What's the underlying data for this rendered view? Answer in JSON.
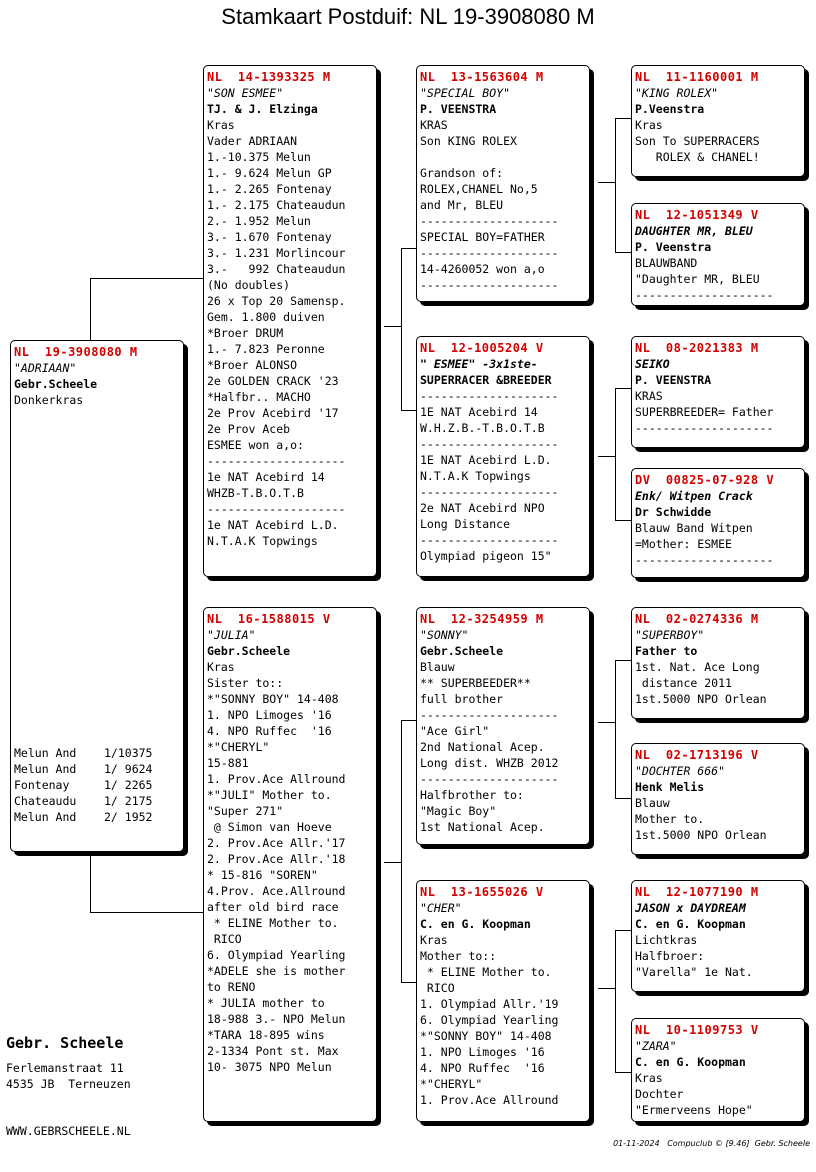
{
  "title": "Stamkaart Postduif: NL  19-3908080 M",
  "subject": {
    "ring": "NL  19-3908080 M",
    "lines": [
      {
        "t": "\"ADRIAAN\"",
        "s": "i"
      },
      {
        "t": "Gebr.Scheele",
        "s": "b"
      },
      {
        "t": "Donkerkras",
        "s": ""
      }
    ],
    "results": [
      "Melun And    1/10375",
      "Melun And    1/ 9624",
      "Fontenay     1/ 2265",
      "Chateaudu    1/ 2175",
      "Melun And    2/ 1952"
    ]
  },
  "father": {
    "ring": "NL  14-1393325 M",
    "lines": [
      {
        "t": "\"SON ESMEE\"",
        "s": "i"
      },
      {
        "t": "TJ. & J. Elzinga",
        "s": "b"
      },
      {
        "t": "Kras",
        "s": ""
      },
      {
        "t": "Vader ADRIAAN",
        "s": ""
      },
      {
        "t": "1.-10.375 Melun",
        "s": ""
      },
      {
        "t": "1.- 9.624 Melun GP",
        "s": ""
      },
      {
        "t": "1.- 2.265 Fontenay",
        "s": ""
      },
      {
        "t": "1.- 2.175 Chateaudun",
        "s": ""
      },
      {
        "t": "2.- 1.952 Melun",
        "s": ""
      },
      {
        "t": "3.- 1.670 Fontenay",
        "s": ""
      },
      {
        "t": "3.- 1.231 Morlincour",
        "s": ""
      },
      {
        "t": "3.-   992 Chateaudun",
        "s": ""
      },
      {
        "t": "(No doubles)",
        "s": ""
      },
      {
        "t": "26 x Top 20 Samensp.",
        "s": ""
      },
      {
        "t": "Gem. 1.800 duiven",
        "s": ""
      },
      {
        "t": "*Broer DRUM",
        "s": ""
      },
      {
        "t": "1.- 7.823 Peronne",
        "s": ""
      },
      {
        "t": "*Broer ALONSO",
        "s": ""
      },
      {
        "t": "2e GOLDEN CRACK '23",
        "s": ""
      },
      {
        "t": "*Halfbr.. MACHO",
        "s": ""
      },
      {
        "t": "2e Prov Acebird '17",
        "s": ""
      },
      {
        "t": "2e Prov Aceb",
        "s": ""
      },
      {
        "t": "ESMEE won a,o:",
        "s": ""
      },
      {
        "t": "--------------------",
        "s": ""
      },
      {
        "t": "1e NAT Acebird 14",
        "s": ""
      },
      {
        "t": "WHZB-T.B.O.T.B",
        "s": ""
      },
      {
        "t": "--------------------",
        "s": ""
      },
      {
        "t": "1e NAT Acebird L.D.",
        "s": ""
      },
      {
        "t": "N.T.A.K Topwings",
        "s": ""
      }
    ]
  },
  "mother": {
    "ring": "NL  16-1588015 V",
    "lines": [
      {
        "t": "\"JULIA\"",
        "s": "i"
      },
      {
        "t": "Gebr.Scheele",
        "s": "b"
      },
      {
        "t": "Kras",
        "s": ""
      },
      {
        "t": "Sister to::",
        "s": ""
      },
      {
        "t": "*\"SONNY BOY\" 14-408",
        "s": ""
      },
      {
        "t": "1. NPO Limoges '16",
        "s": ""
      },
      {
        "t": "4. NPO Ruffec  '16",
        "s": ""
      },
      {
        "t": "*\"CHERYL\"",
        "s": ""
      },
      {
        "t": "15-881",
        "s": ""
      },
      {
        "t": "1. Prov.Ace Allround",
        "s": ""
      },
      {
        "t": "*\"JULI\" Mother to.",
        "s": ""
      },
      {
        "t": "\"Super 271\"",
        "s": ""
      },
      {
        "t": " @ Simon van Hoeve",
        "s": ""
      },
      {
        "t": "2. Prov.Ace Allr.'17",
        "s": ""
      },
      {
        "t": "2. Prov.Ace Allr.'18",
        "s": ""
      },
      {
        "t": "* 15-816 \"SOREN\"",
        "s": ""
      },
      {
        "t": "4.Prov. Ace.Allround",
        "s": ""
      },
      {
        "t": "after old bird race",
        "s": ""
      },
      {
        "t": " * ELINE Mother to.",
        "s": ""
      },
      {
        "t": " RICO",
        "s": ""
      },
      {
        "t": "6. Olympiad Yearling",
        "s": ""
      },
      {
        "t": "*ADELE she is mother",
        "s": ""
      },
      {
        "t": "to RENO",
        "s": ""
      },
      {
        "t": "* JULIA mother to",
        "s": ""
      },
      {
        "t": "18-988 3.- NPO Melun",
        "s": ""
      },
      {
        "t": "*TARA 18-895 wins",
        "s": ""
      },
      {
        "t": "2-1334 Pont st. Max",
        "s": ""
      },
      {
        "t": "10- 3075 NPO Melun",
        "s": ""
      }
    ]
  },
  "ff": {
    "ring": "NL  13-1563604 M",
    "lines": [
      {
        "t": "\"SPECIAL BOY\"",
        "s": "i"
      },
      {
        "t": "P. VEENSTRA",
        "s": "b"
      },
      {
        "t": "KRAS",
        "s": ""
      },
      {
        "t": "Son KING ROLEX",
        "s": ""
      },
      {
        "t": " ",
        "s": ""
      },
      {
        "t": "Grandson of:",
        "s": ""
      },
      {
        "t": "ROLEX,CHANEL No,5",
        "s": ""
      },
      {
        "t": "and Mr, BLEU",
        "s": ""
      },
      {
        "t": "--------------------",
        "s": ""
      },
      {
        "t": "SPECIAL BOY=FATHER",
        "s": ""
      },
      {
        "t": "--------------------",
        "s": ""
      },
      {
        "t": "14-4260052 won a,o",
        "s": ""
      },
      {
        "t": "--------------------",
        "s": ""
      }
    ]
  },
  "fm": {
    "ring": "NL  12-1005204 V",
    "lines": [
      {
        "t": "\" ESMEE\" -3x1ste-",
        "s": "bi"
      },
      {
        "t": "SUPERRACER &BREEDER",
        "s": "b"
      },
      {
        "t": "--------------------",
        "s": ""
      },
      {
        "t": "1E NAT Acebird 14",
        "s": ""
      },
      {
        "t": "W.H.Z.B.-T.B.O.T.B",
        "s": ""
      },
      {
        "t": "--------------------",
        "s": ""
      },
      {
        "t": "1E NAT Acebird L.D.",
        "s": ""
      },
      {
        "t": "N.T.A.K Topwings",
        "s": ""
      },
      {
        "t": "--------------------",
        "s": ""
      },
      {
        "t": "2e NAT Acebird NPO",
        "s": ""
      },
      {
        "t": "Long Distance",
        "s": ""
      },
      {
        "t": "--------------------",
        "s": ""
      },
      {
        "t": "Olympiad pigeon 15\"",
        "s": ""
      }
    ]
  },
  "mf": {
    "ring": "NL  12-3254959 M",
    "lines": [
      {
        "t": "\"SONNY\"",
        "s": "i"
      },
      {
        "t": "Gebr.Scheele",
        "s": "b"
      },
      {
        "t": "Blauw",
        "s": ""
      },
      {
        "t": "** SUPERBEEDER**",
        "s": ""
      },
      {
        "t": "full brother",
        "s": ""
      },
      {
        "t": "--------------------",
        "s": ""
      },
      {
        "t": "\"Ace Girl\"",
        "s": ""
      },
      {
        "t": "2nd National Acep.",
        "s": ""
      },
      {
        "t": "Long dist. WHZB 2012",
        "s": ""
      },
      {
        "t": "--------------------",
        "s": ""
      },
      {
        "t": "Halfbrother to:",
        "s": ""
      },
      {
        "t": "\"Magic Boy\"",
        "s": ""
      },
      {
        "t": "1st National Acep.",
        "s": ""
      }
    ]
  },
  "mm": {
    "ring": "NL  13-1655026 V",
    "lines": [
      {
        "t": "\"CHER\"",
        "s": "i"
      },
      {
        "t": "C. en G. Koopman",
        "s": "b"
      },
      {
        "t": "Kras",
        "s": ""
      },
      {
        "t": "Mother to::",
        "s": ""
      },
      {
        "t": " * ELINE Mother to.",
        "s": ""
      },
      {
        "t": " RICO",
        "s": ""
      },
      {
        "t": "1. Olympiad Allr.'19",
        "s": ""
      },
      {
        "t": "6. Olympiad Yearling",
        "s": ""
      },
      {
        "t": "*\"SONNY BOY\" 14-408",
        "s": ""
      },
      {
        "t": "1. NPO Limoges '16",
        "s": ""
      },
      {
        "t": "4. NPO Ruffec  '16",
        "s": ""
      },
      {
        "t": "*\"CHERYL\"",
        "s": ""
      },
      {
        "t": "1. Prov.Ace Allround",
        "s": ""
      }
    ]
  },
  "fff": {
    "ring": "NL  11-1160001 M",
    "lines": [
      {
        "t": "\"KING ROLEX\"",
        "s": "i"
      },
      {
        "t": "P.Veenstra",
        "s": "b"
      },
      {
        "t": "Kras",
        "s": ""
      },
      {
        "t": "Son To SUPERRACERS",
        "s": ""
      },
      {
        "t": "   ROLEX & CHANEL!",
        "s": ""
      }
    ]
  },
  "ffm": {
    "ring": "NL  12-1051349 V",
    "lines": [
      {
        "t": "DAUGHTER MR, BLEU",
        "s": "bi"
      },
      {
        "t": "P. Veenstra",
        "s": "b"
      },
      {
        "t": "BLAUWBAND",
        "s": ""
      },
      {
        "t": "\"Daughter MR, BLEU",
        "s": ""
      },
      {
        "t": "--------------------",
        "s": ""
      }
    ]
  },
  "fmf": {
    "ring": "NL  08-2021383 M",
    "lines": [
      {
        "t": "SEIKO",
        "s": "bi"
      },
      {
        "t": "P. VEENSTRA",
        "s": "b"
      },
      {
        "t": "KRAS",
        "s": ""
      },
      {
        "t": "SUPERBREEDER= Father",
        "s": ""
      },
      {
        "t": "--------------------",
        "s": ""
      }
    ]
  },
  "fmm": {
    "ring": "DV  00825-07-928 V",
    "lines": [
      {
        "t": "Enk/ Witpen Crack",
        "s": "bi"
      },
      {
        "t": "Dr Schwidde",
        "s": "b"
      },
      {
        "t": "Blauw Band Witpen",
        "s": ""
      },
      {
        "t": "=Mother: ESMEE",
        "s": ""
      },
      {
        "t": "--------------------",
        "s": ""
      }
    ]
  },
  "mff": {
    "ring": "NL  02-0274336 M",
    "lines": [
      {
        "t": "\"SUPERBOY\"",
        "s": "i"
      },
      {
        "t": "Father to",
        "s": "b"
      },
      {
        "t": "1st. Nat. Ace Long",
        "s": ""
      },
      {
        "t": " distance 2011",
        "s": ""
      },
      {
        "t": "1st.5000 NPO Orlean",
        "s": ""
      }
    ]
  },
  "mfm": {
    "ring": "NL  02-1713196 V",
    "lines": [
      {
        "t": "\"DOCHTER 666\"",
        "s": "i"
      },
      {
        "t": "Henk Melis",
        "s": "b"
      },
      {
        "t": "Blauw",
        "s": ""
      },
      {
        "t": "Mother to.",
        "s": ""
      },
      {
        "t": "1st.5000 NPO Orlean",
        "s": ""
      }
    ]
  },
  "mmf": {
    "ring": "NL  12-1077190 M",
    "lines": [
      {
        "t": "JASON x DAYDREAM",
        "s": "bi"
      },
      {
        "t": "C. en G. Koopman",
        "s": "b"
      },
      {
        "t": "Lichtkras",
        "s": ""
      },
      {
        "t": "Halfbroer:",
        "s": ""
      },
      {
        "t": "\"Varella\" 1e Nat.",
        "s": ""
      }
    ]
  },
  "mmm": {
    "ring": "NL  10-1109753 V",
    "lines": [
      {
        "t": "\"ZARA\"",
        "s": "i"
      },
      {
        "t": "C. en G. Koopman",
        "s": "b"
      },
      {
        "t": "Kras",
        "s": ""
      },
      {
        "t": "Dochter",
        "s": ""
      },
      {
        "t": "\"Ermerveens Hope\"",
        "s": ""
      }
    ]
  },
  "breeder": {
    "name": "Gebr. Scheele",
    "street": "Ferlemanstraat 11",
    "city": "4535 JB  Terneuzen",
    "website": "WWW.GEBRSCHEELE.NL"
  },
  "footer": "01-11-2024   Compuclub © [9.46]  Gebr. Scheele"
}
